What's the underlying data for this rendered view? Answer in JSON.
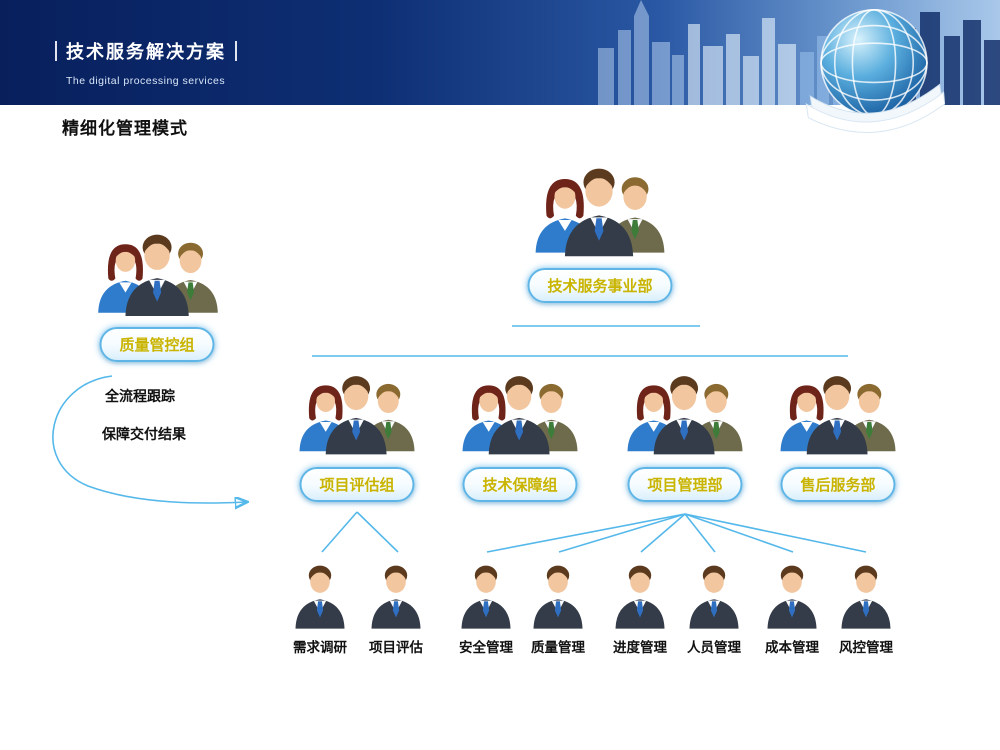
{
  "header": {
    "title": "技术服务解决方案",
    "subtitle": "The digital processing services"
  },
  "page": {
    "title": "精细化管理模式"
  },
  "org_chart": {
    "root": {
      "label": "技术服务事业部"
    },
    "side_group": {
      "label": "质量管控组",
      "note_line1": "全流程跟踪",
      "note_line2": "保障交付结果"
    },
    "departments": [
      {
        "label": "项目评估组"
      },
      {
        "label": "技术保障组"
      },
      {
        "label": "项目管理部"
      },
      {
        "label": "售后服务部"
      }
    ],
    "functions": [
      {
        "label": "需求调研"
      },
      {
        "label": "项目评估"
      },
      {
        "label": "安全管理"
      },
      {
        "label": "质量管理"
      },
      {
        "label": "进度管理"
      },
      {
        "label": "人员管理"
      },
      {
        "label": "成本管理"
      },
      {
        "label": "风控管理"
      }
    ]
  },
  "icons": {
    "globe": "globe-icon",
    "city_skyline": "city-skyline-icon",
    "people_group": "people-group-icon",
    "person": "person-icon",
    "curved_arrow": "curved-arrow-icon"
  },
  "colors": {
    "banner_navy": "#0e2f74",
    "accent_blue": "#55b8ea",
    "pill_border": "#5fb6e6",
    "pill_text": "#c9b400",
    "suit_dark": "#343c49",
    "suit_blue": "#2e7ccb",
    "suit_olive": "#6e6b4c"
  }
}
